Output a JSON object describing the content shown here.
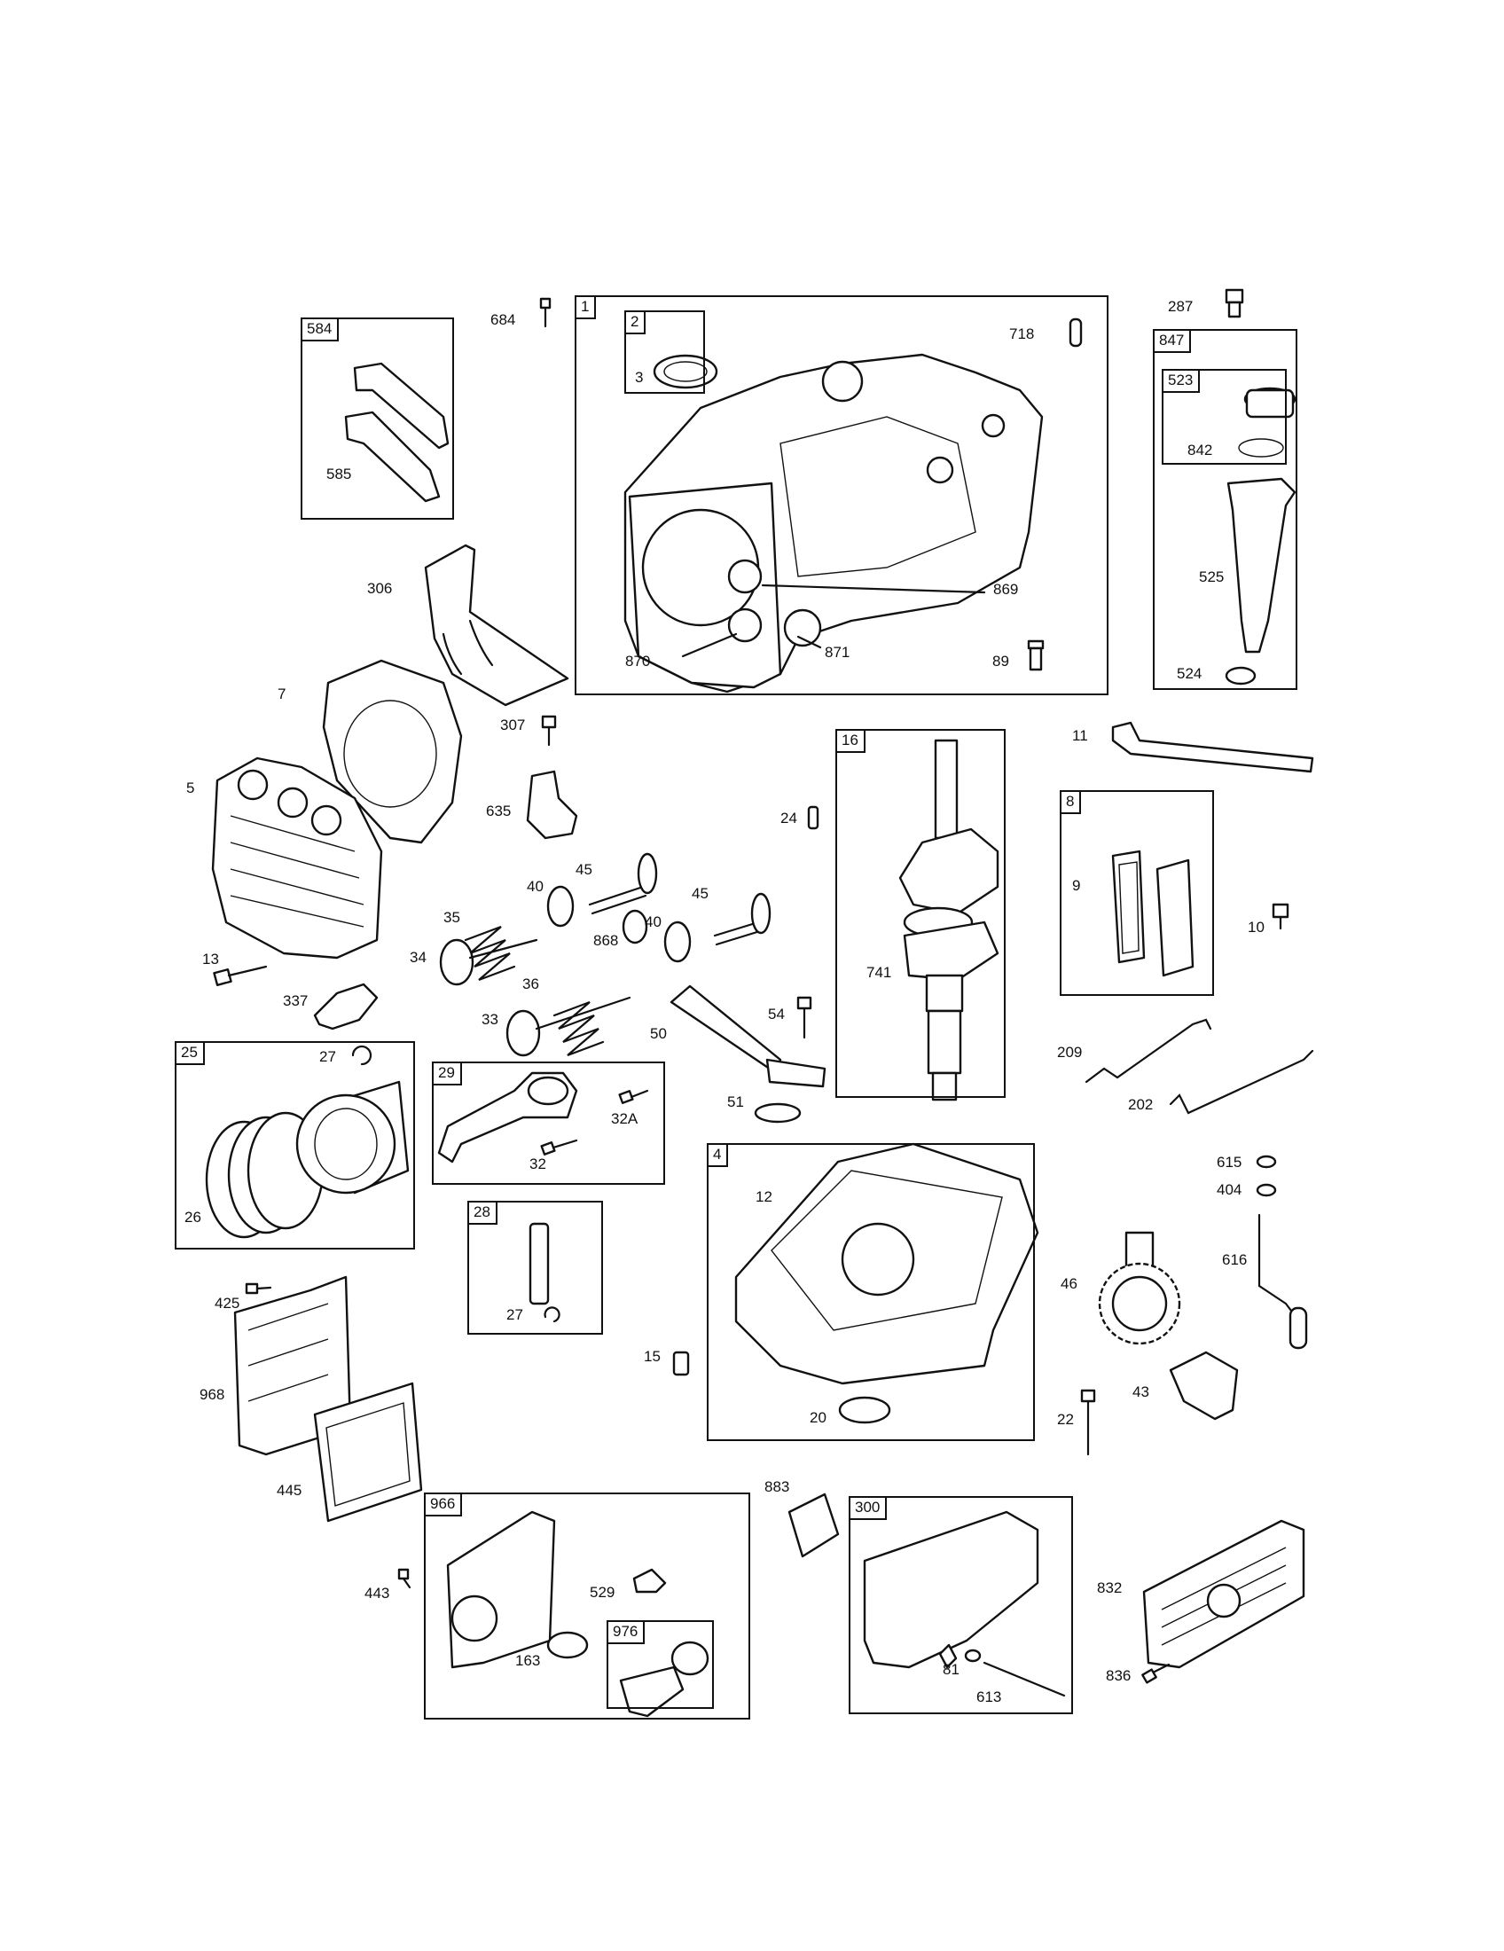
{
  "boxes": {
    "b1": "1",
    "b2": "2",
    "b584": "584",
    "b847": "847",
    "b523": "523",
    "b16": "16",
    "b8": "8",
    "b25": "25",
    "b29": "29",
    "b28": "28",
    "b4": "4",
    "b966": "966",
    "b976": "976",
    "b300": "300"
  },
  "parts": {
    "p684": "684",
    "p718": "718",
    "p287": "287",
    "p3": "3",
    "p585": "585",
    "p842": "842",
    "p869": "869",
    "p525": "525",
    "p306": "306",
    "p870": "870",
    "p871": "871",
    "p89": "89",
    "p524": "524",
    "p7": "7",
    "p307": "307",
    "p11": "11",
    "p5": "5",
    "p635": "635",
    "p24": "24",
    "p45a": "45",
    "p45b": "45",
    "p40a": "40",
    "p40b": "40",
    "p9": "9",
    "p35": "35",
    "p868": "868",
    "p10": "10",
    "p34": "34",
    "p741": "741",
    "p13": "13",
    "p36": "36",
    "p337": "337",
    "p33": "33",
    "p54": "54",
    "p50": "50",
    "p27a": "27",
    "p209": "209",
    "p32a": "32A",
    "p51": "51",
    "p202": "202",
    "p32": "32",
    "p26": "26",
    "p12": "12",
    "p615": "615",
    "p404": "404",
    "p616": "616",
    "p46": "46",
    "p425": "425",
    "p27b": "27",
    "p15": "15",
    "p968": "968",
    "p43": "43",
    "p20": "20",
    "p22": "22",
    "p445": "445",
    "p883": "883",
    "p443": "443",
    "p529": "529",
    "p832": "832",
    "p163": "163",
    "p81": "81",
    "p613": "613",
    "p836": "836"
  }
}
